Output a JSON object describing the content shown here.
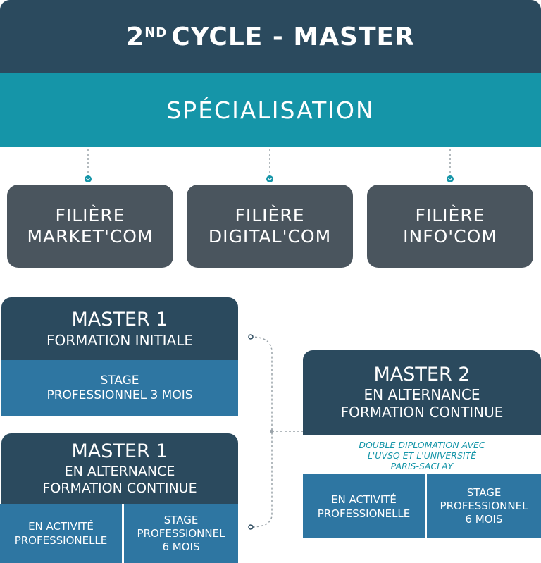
{
  "header": {
    "title_prefix": "2",
    "title_sup": "ND",
    "title_rest": "CYCLE - MASTER"
  },
  "specialisation": {
    "label": "SPÉCIALISATION"
  },
  "filieres": [
    {
      "line1": "FILIÈRE",
      "line2": "MARKET'COM"
    },
    {
      "line1": "FILIÈRE",
      "line2": "DIGITAL'COM"
    },
    {
      "line1": "FILIÈRE",
      "line2": "INFO'COM"
    }
  ],
  "master1_initial": {
    "title": "MASTER 1",
    "subtitle": "FORMATION INITIALE",
    "detail_line1": "STAGE",
    "detail_line2": "PROFESSIONNEL 3 MOIS"
  },
  "master1_alternance": {
    "title": "MASTER 1",
    "subtitle_line1": "EN ALTERNANCE",
    "subtitle_line2": "FORMATION CONTINUE",
    "left_line1": "EN ACTIVITÉ",
    "left_line2": "PROFESSIONELLE",
    "right_line1": "STAGE",
    "right_line2": "PROFESSIONNEL",
    "right_line3": "6 MOIS"
  },
  "master2": {
    "title": "MASTER 2",
    "subtitle_line1": "EN ALTERNANCE",
    "subtitle_line2": "FORMATION CONTINUE",
    "note_line1": "DOUBLE DIPLOMATION AVEC",
    "note_line2": "L'UVSQ ET L'UNIVERSITÉ",
    "note_line3": "PARIS-SACLAY",
    "left_line1": "EN ACTIVITÉ",
    "left_line2": "PROFESSIONELLE",
    "right_line1": "STAGE",
    "right_line2": "PROFESSIONNEL",
    "right_line3": "6 MOIS"
  },
  "colors": {
    "dark_navy": "#2b4a5e",
    "teal": "#1595a8",
    "slate": "#4a555e",
    "blue": "#2e76a2",
    "connector": "#9aa3a9"
  }
}
